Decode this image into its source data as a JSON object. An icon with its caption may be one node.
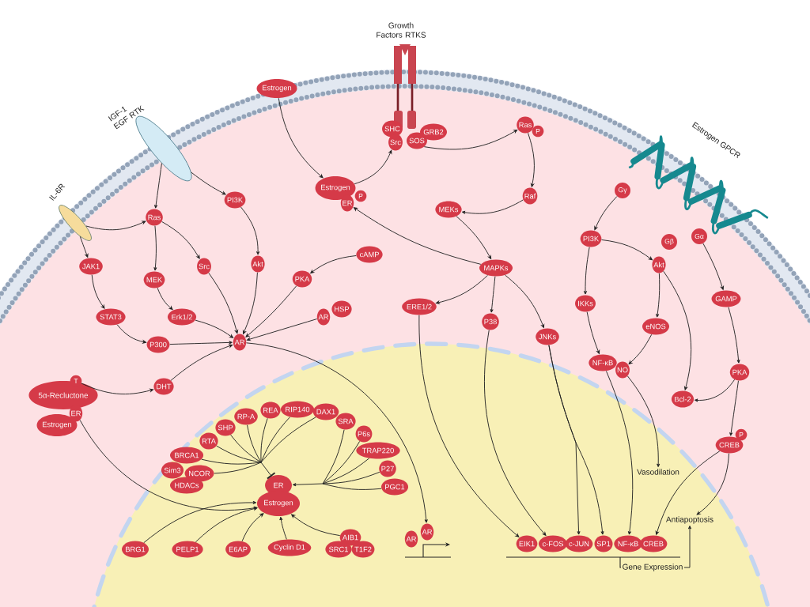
{
  "diagram": {
    "nodes": [
      {
        "text": [
          "IL-6R"
        ]
      },
      {
        "text": [
          "IGF-1 EGF RTK"
        ]
      },
      {
        "text": [
          "Growth Factors RTKS"
        ]
      },
      {
        "text": [
          "Estrogen GPCR"
        ]
      },
      {
        "text": [
          "Ras"
        ]
      },
      {
        "text": [
          "PI3K"
        ]
      },
      {
        "text": [
          "JAK1"
        ]
      },
      {
        "text": [
          "MEK"
        ]
      },
      {
        "text": [
          "Src"
        ]
      },
      {
        "text": [
          "Akt"
        ]
      },
      {
        "text": [
          "STAT3"
        ]
      },
      {
        "text": [
          "Erk1/2"
        ]
      },
      {
        "text": [
          "P300"
        ]
      },
      {
        "text": [
          "AR"
        ]
      },
      {
        "text": [
          "PKA"
        ]
      },
      {
        "text": [
          "cAMP"
        ]
      },
      {
        "text": [
          "AR"
        ]
      },
      {
        "text": [
          "HSP"
        ]
      },
      {
        "text": [
          "Estrogen"
        ]
      },
      {
        "text": [
          "SHC"
        ]
      },
      {
        "text": [
          "Src"
        ]
      },
      {
        "text": [
          "SOS"
        ]
      },
      {
        "text": [
          "GRB2"
        ]
      },
      {
        "text": [
          "Ras"
        ]
      },
      {
        "text": [
          "P"
        ]
      },
      {
        "text": [
          "Estrogen"
        ]
      },
      {
        "text": [
          "ER"
        ]
      },
      {
        "text": [
          "P"
        ]
      },
      {
        "text": [
          "Raf"
        ]
      },
      {
        "text": [
          "MEKs"
        ]
      },
      {
        "text": [
          "MAPKs"
        ]
      },
      {
        "text": [
          "ERE1/2"
        ]
      },
      {
        "text": [
          "P38"
        ]
      },
      {
        "text": [
          "JNKs"
        ]
      },
      {
        "text": [
          "Gγ"
        ]
      },
      {
        "text": [
          "Gβ"
        ]
      },
      {
        "text": [
          "Gα"
        ]
      },
      {
        "text": [
          "PI3K"
        ]
      },
      {
        "text": [
          "Akt"
        ]
      },
      {
        "text": [
          "IKKs"
        ]
      },
      {
        "text": [
          "eNOS"
        ]
      },
      {
        "text": [
          "NF-κB"
        ]
      },
      {
        "text": [
          "NO"
        ]
      },
      {
        "text": [
          "GAMP"
        ]
      },
      {
        "text": [
          "PKA"
        ]
      },
      {
        "text": [
          "Bcl-2"
        ]
      },
      {
        "text": [
          "CREB"
        ]
      },
      {
        "text": [
          "P"
        ]
      },
      {
        "text": [
          "T"
        ]
      },
      {
        "text": [
          "5α-Recluctone"
        ]
      },
      {
        "text": [
          "ER"
        ]
      },
      {
        "text": [
          "Estrogen"
        ]
      },
      {
        "text": [
          "DHT"
        ]
      },
      {
        "text": [
          "RP-A"
        ]
      },
      {
        "text": [
          "REA"
        ]
      },
      {
        "text": [
          "RIP140"
        ]
      },
      {
        "text": [
          "DAX1"
        ]
      },
      {
        "text": [
          "SHP"
        ]
      },
      {
        "text": [
          "SRA"
        ]
      },
      {
        "text": [
          "RTA"
        ]
      },
      {
        "text": [
          "P6s"
        ]
      },
      {
        "text": [
          "BRCA1"
        ]
      },
      {
        "text": [
          "TRAP220"
        ]
      },
      {
        "text": [
          "Sim3"
        ]
      },
      {
        "text": [
          "NCOR"
        ]
      },
      {
        "text": [
          "HDACs"
        ]
      },
      {
        "text": [
          "P27"
        ]
      },
      {
        "text": [
          "PGC1"
        ]
      },
      {
        "text": [
          "ER"
        ]
      },
      {
        "text": [
          "Estrogen"
        ]
      },
      {
        "text": [
          "BRG1"
        ]
      },
      {
        "text": [
          "PELP1"
        ]
      },
      {
        "text": [
          "E6AP"
        ]
      },
      {
        "text": [
          "Cyclin D1"
        ]
      },
      {
        "text": [
          "AIB1"
        ]
      },
      {
        "text": [
          "SRC1"
        ]
      },
      {
        "text": [
          "T1F2"
        ]
      },
      {
        "text": [
          "AR"
        ]
      },
      {
        "text": [
          "AR"
        ]
      },
      {
        "text": [
          "EIK1"
        ]
      },
      {
        "text": [
          "c-FOS"
        ]
      },
      {
        "text": [
          "c-JUN"
        ]
      },
      {
        "text": [
          "SP1"
        ]
      },
      {
        "text": [
          "NF-κB"
        ]
      },
      {
        "text": [
          "CREB"
        ]
      },
      {
        "text": [
          "Vasodilation"
        ]
      },
      {
        "text": [
          "Antiapoptosis"
        ]
      },
      {
        "text": [
          "Gene Expression"
        ]
      }
    ],
    "edges": [
      {
        "from": 0,
        "to": 4,
        "arrow": "to"
      },
      {
        "from": 0,
        "to": 6,
        "arrow": "to"
      },
      {
        "from": 1,
        "to": 4,
        "arrow": "to"
      },
      {
        "from": 1,
        "to": 5,
        "arrow": "to"
      },
      {
        "from": 4,
        "to": 7,
        "arrow": "to"
      },
      {
        "from": 4,
        "to": 8,
        "arrow": "to"
      },
      {
        "from": 5,
        "to": 9,
        "arrow": "to"
      },
      {
        "from": 6,
        "to": 10,
        "arrow": "to"
      },
      {
        "from": 10,
        "to": 12,
        "arrow": "to"
      },
      {
        "from": 7,
        "to": 11,
        "arrow": "to"
      },
      {
        "from": 11,
        "to": 13,
        "arrow": "to"
      },
      {
        "from": 12,
        "to": 13,
        "arrow": "to"
      },
      {
        "from": 8,
        "to": 13,
        "arrow": "to"
      },
      {
        "from": 9,
        "to": 13,
        "arrow": "to"
      },
      {
        "from": 14,
        "to": 13,
        "arrow": "to"
      },
      {
        "from": 15,
        "to": 14,
        "arrow": "to"
      },
      {
        "from": 16,
        "to": 13,
        "arrow": "to"
      },
      {
        "from": 48,
        "to": 52,
        "arrow": "to"
      },
      {
        "from": 52,
        "to": 13,
        "arrow": "to"
      },
      {
        "from": 18,
        "to": 25,
        "arrow": "to"
      },
      {
        "from": 25,
        "to": 20,
        "arrow": "to"
      },
      {
        "from": 21,
        "to": 23,
        "arrow": "to"
      },
      {
        "from": 23,
        "to": 28,
        "arrow": "to"
      },
      {
        "from": 28,
        "to": 29,
        "arrow": "to"
      },
      {
        "from": 29,
        "to": 30,
        "arrow": "to"
      },
      {
        "from": 30,
        "to": 26,
        "arrow": "to"
      },
      {
        "from": 30,
        "to": 31,
        "arrow": "to"
      },
      {
        "from": 30,
        "to": 32,
        "arrow": "to"
      },
      {
        "from": 30,
        "to": 33,
        "arrow": "to"
      },
      {
        "from": 34,
        "to": 37,
        "arrow": "to"
      },
      {
        "from": 37,
        "to": 38,
        "arrow": "to"
      },
      {
        "from": 37,
        "to": 39,
        "arrow": "to"
      },
      {
        "from": 38,
        "to": 40,
        "arrow": "to"
      },
      {
        "from": 38,
        "to": 45,
        "arrow": "to"
      },
      {
        "from": 39,
        "to": 41,
        "arrow": "to"
      },
      {
        "from": 40,
        "to": 42,
        "arrow": "to"
      },
      {
        "from": 36,
        "to": 43,
        "arrow": "to"
      },
      {
        "from": 43,
        "to": 44,
        "arrow": "to"
      },
      {
        "from": 44,
        "to": 45,
        "arrow": "to"
      },
      {
        "from": 44,
        "to": 46,
        "arrow": "to"
      },
      {
        "from": 13,
        "to": 78,
        "arrow": "to"
      },
      {
        "from": 50,
        "to": 69,
        "arrow": "to"
      },
      {
        "from": 31,
        "to": 79,
        "arrow": "to"
      },
      {
        "from": 32,
        "to": 80,
        "arrow": "to"
      },
      {
        "from": 33,
        "to": 81,
        "arrow": "to"
      },
      {
        "from": 33,
        "to": 82,
        "arrow": "to"
      },
      {
        "from": 41,
        "to": 83,
        "arrow": "to"
      },
      {
        "from": 42,
        "to": 85,
        "arrow": "to"
      },
      {
        "from": 46,
        "to": 84,
        "arrow": "to"
      },
      {
        "from": 46,
        "to": 86,
        "arrow": "to"
      },
      {
        "from": 87,
        "to": 86,
        "arrow": "to"
      },
      {
        "from": 53,
        "to": 68,
        "arrow": "other"
      },
      {
        "from": 54,
        "to": 68,
        "arrow": "other"
      },
      {
        "from": 55,
        "to": 68,
        "arrow": "other"
      },
      {
        "from": 56,
        "to": 68,
        "arrow": "other"
      },
      {
        "from": 57,
        "to": 68,
        "arrow": "other"
      },
      {
        "from": 59,
        "to": 68,
        "arrow": "other"
      },
      {
        "from": 61,
        "to": 68,
        "arrow": "other"
      },
      {
        "from": 64,
        "to": 68,
        "arrow": "other"
      },
      {
        "from": 58,
        "to": 68,
        "arrow": "to"
      },
      {
        "from": 60,
        "to": 68,
        "arrow": "to"
      },
      {
        "from": 62,
        "to": 68,
        "arrow": "to"
      },
      {
        "from": 66,
        "to": 68,
        "arrow": "to"
      },
      {
        "from": 67,
        "to": 68,
        "arrow": "to"
      },
      {
        "from": 70,
        "to": 69,
        "arrow": "to"
      },
      {
        "from": 71,
        "to": 69,
        "arrow": "to"
      },
      {
        "from": 72,
        "to": 69,
        "arrow": "to"
      },
      {
        "from": 73,
        "to": 69,
        "arrow": "to"
      },
      {
        "from": 74,
        "to": 69,
        "arrow": "to"
      }
    ]
  }
}
